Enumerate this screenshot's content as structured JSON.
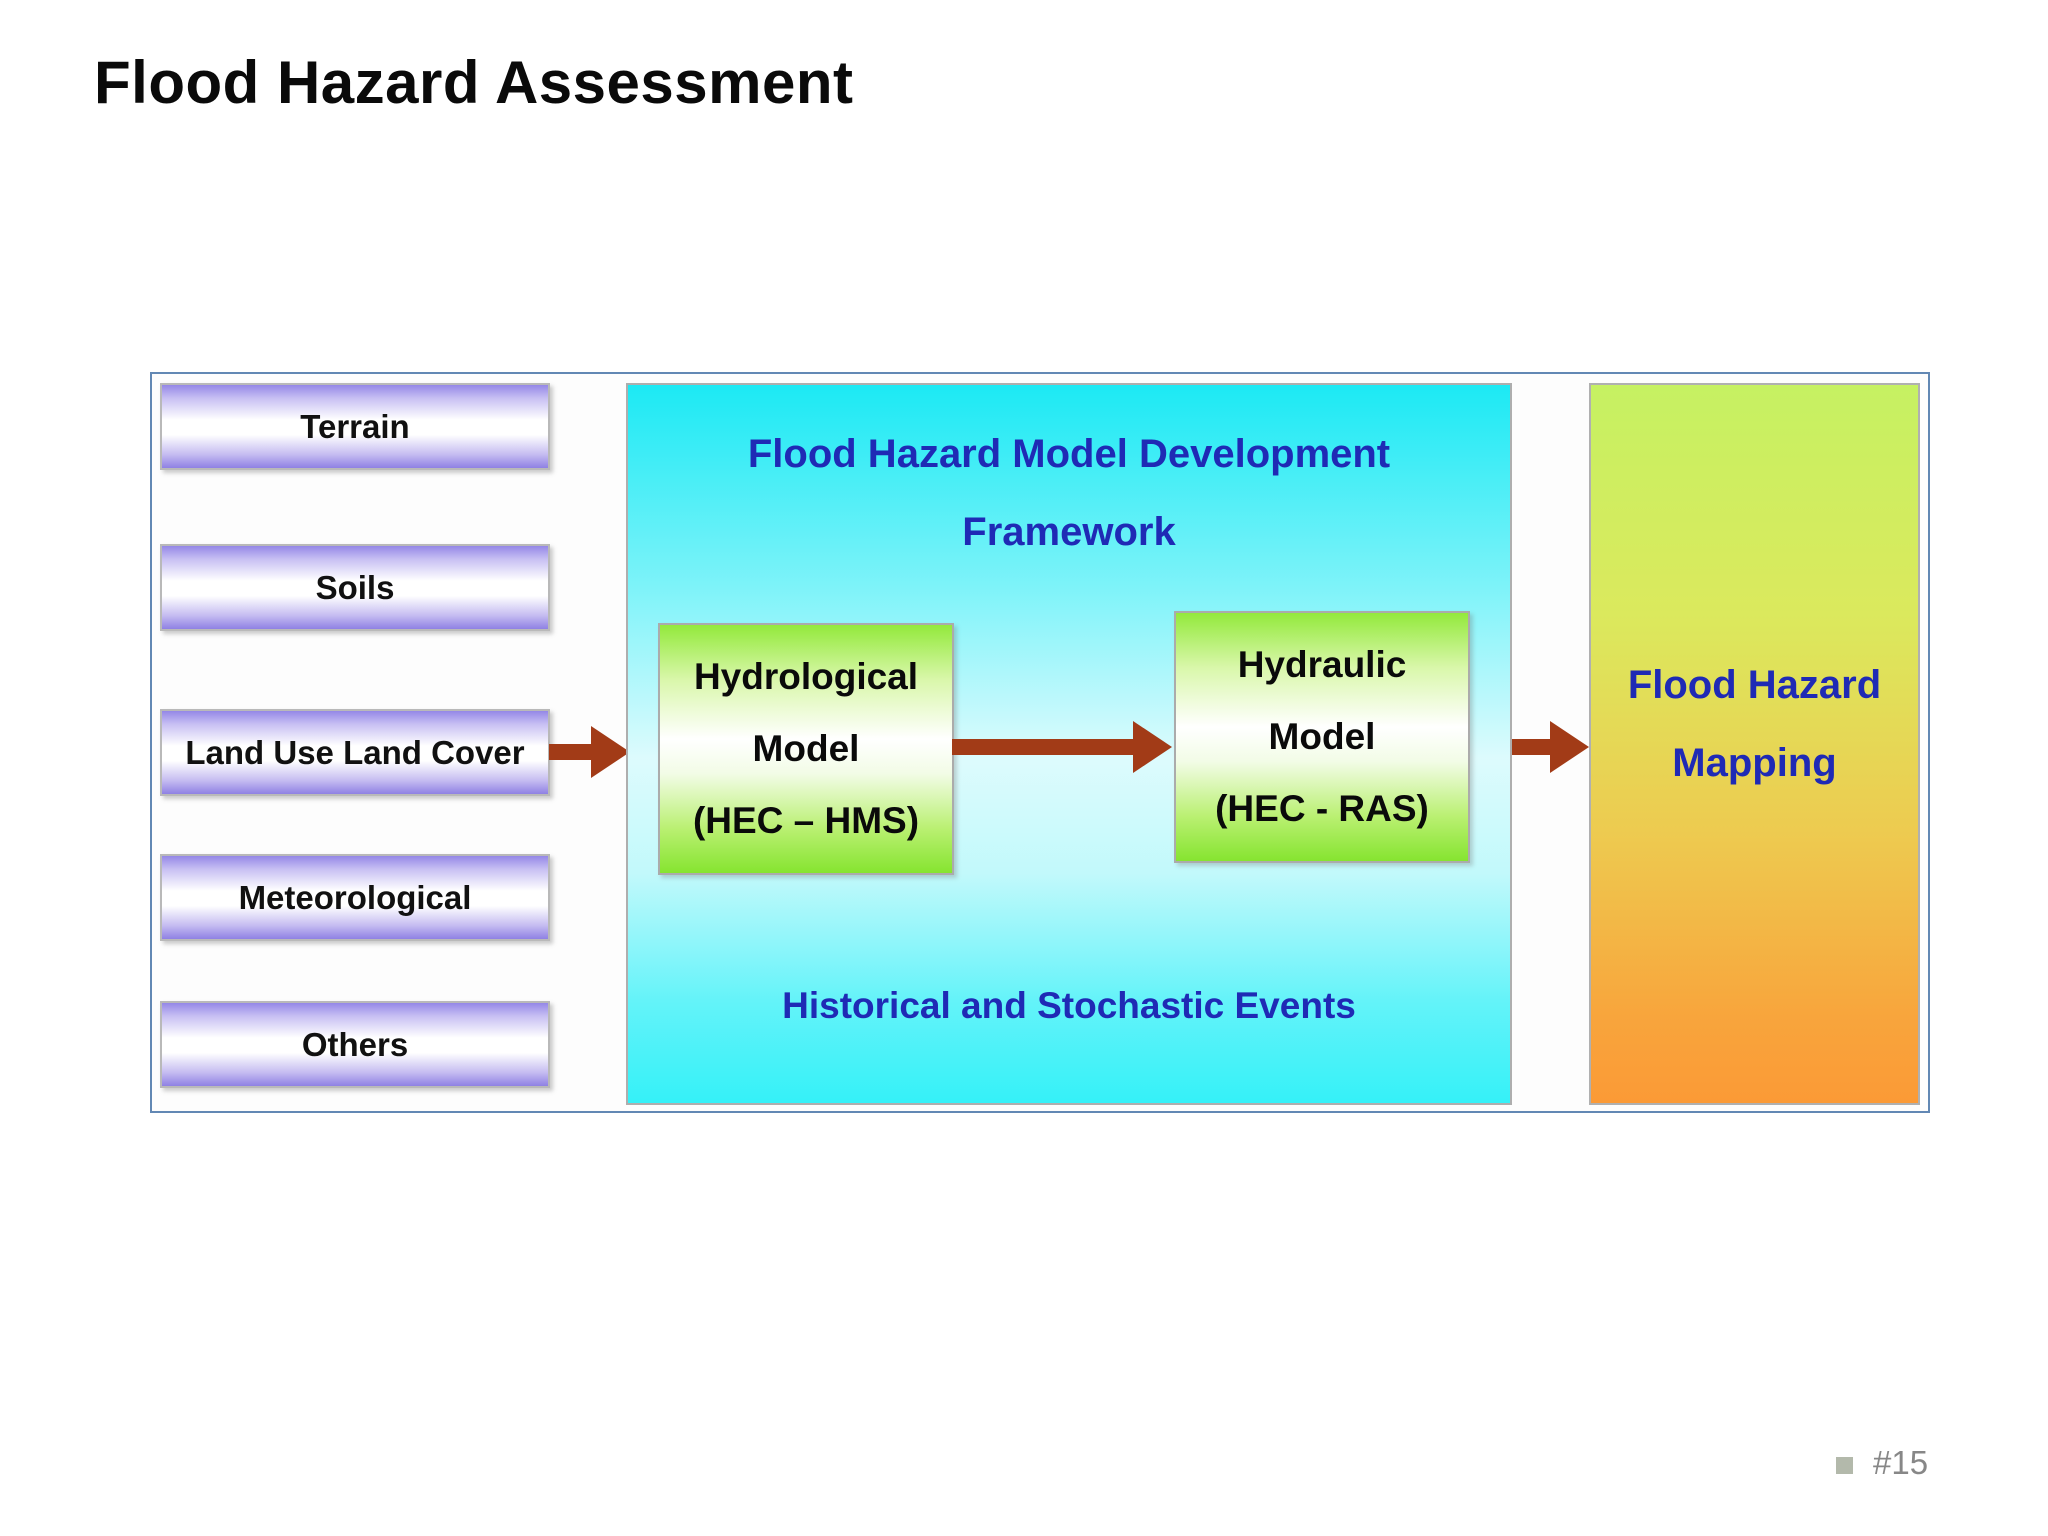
{
  "slide": {
    "title": "Flood Hazard Assessment",
    "page_number": "#15"
  },
  "diagram": {
    "inputs": [
      {
        "label": "Terrain"
      },
      {
        "label": "Soils"
      },
      {
        "label": "Land Use Land Cover"
      },
      {
        "label": "Meteorological"
      },
      {
        "label": "Others"
      }
    ],
    "framework": {
      "title_line1": "Flood Hazard Model Development",
      "title_line2": "Framework",
      "hydrological_model": {
        "lines": [
          "Hydrological",
          "Model",
          "(HEC – HMS)"
        ]
      },
      "hydraulic_model": {
        "lines": [
          "Hydraulic",
          "Model",
          "(HEC - RAS)"
        ]
      },
      "events_label": "Historical and Stochastic Events"
    },
    "output": {
      "line1": "Flood Hazard",
      "line2": "Mapping"
    },
    "flow": [
      "Land Use Land Cover → Hydrological Model (HEC – HMS)",
      "Hydrological Model (HEC – HMS) → Hydraulic Model (HEC - RAS)",
      "Hydraulic Model (HEC - RAS) → Flood Hazard Mapping"
    ]
  },
  "colors": {
    "input_box_purple": "#9184e5",
    "framework_cyan": "#1ce9f4",
    "model_green": "#8ee636",
    "output_top_green": "#c6f162",
    "output_bottom_orange": "#fb9a36",
    "arrow_red": "#a23b17",
    "heading_blue": "#1f2ab5",
    "container_border_blue": "#6288b4"
  }
}
